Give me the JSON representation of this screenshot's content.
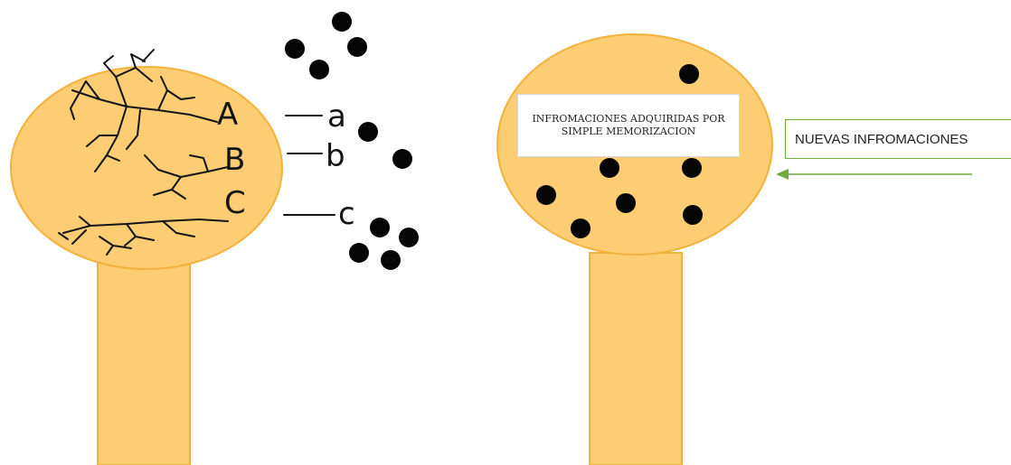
{
  "left_figure": {
    "labels_upper": [
      "A",
      "B",
      "C"
    ],
    "labels_lower": [
      "a",
      "b",
      "c"
    ]
  },
  "right_figure": {
    "memorized_box_text": "INFROMACIONES ADQUIRIDAS POR SIMPLE MEMORIZACION"
  },
  "callout": {
    "text": "NUEVAS INFROMACIONES"
  },
  "colors": {
    "fill": "#fccd73",
    "stroke": "#f2b23c",
    "dot": "#050505",
    "arrow": "#71a93e"
  }
}
